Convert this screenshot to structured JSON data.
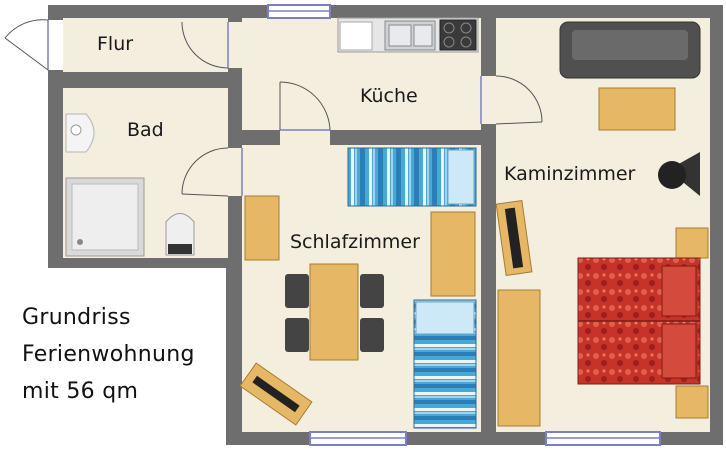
{
  "rooms": {
    "flur": "Flur",
    "bad": "Bad",
    "kueche": "Küche",
    "schlafzimmer": "Schlafzimmer",
    "kaminzimmer": "Kaminzimmer"
  },
  "caption": {
    "line1": "Grundriss",
    "line2": "Ferienwohnung",
    "line3": "mit 56 qm"
  },
  "colors": {
    "wall": "#6e6e6e",
    "floor": "#f3eedd",
    "window": "#7b7fc9",
    "wood": "#e6b765",
    "bed_blue": "#3f9ecf",
    "bed_red": "#c8352c",
    "sofa": "#505050"
  }
}
